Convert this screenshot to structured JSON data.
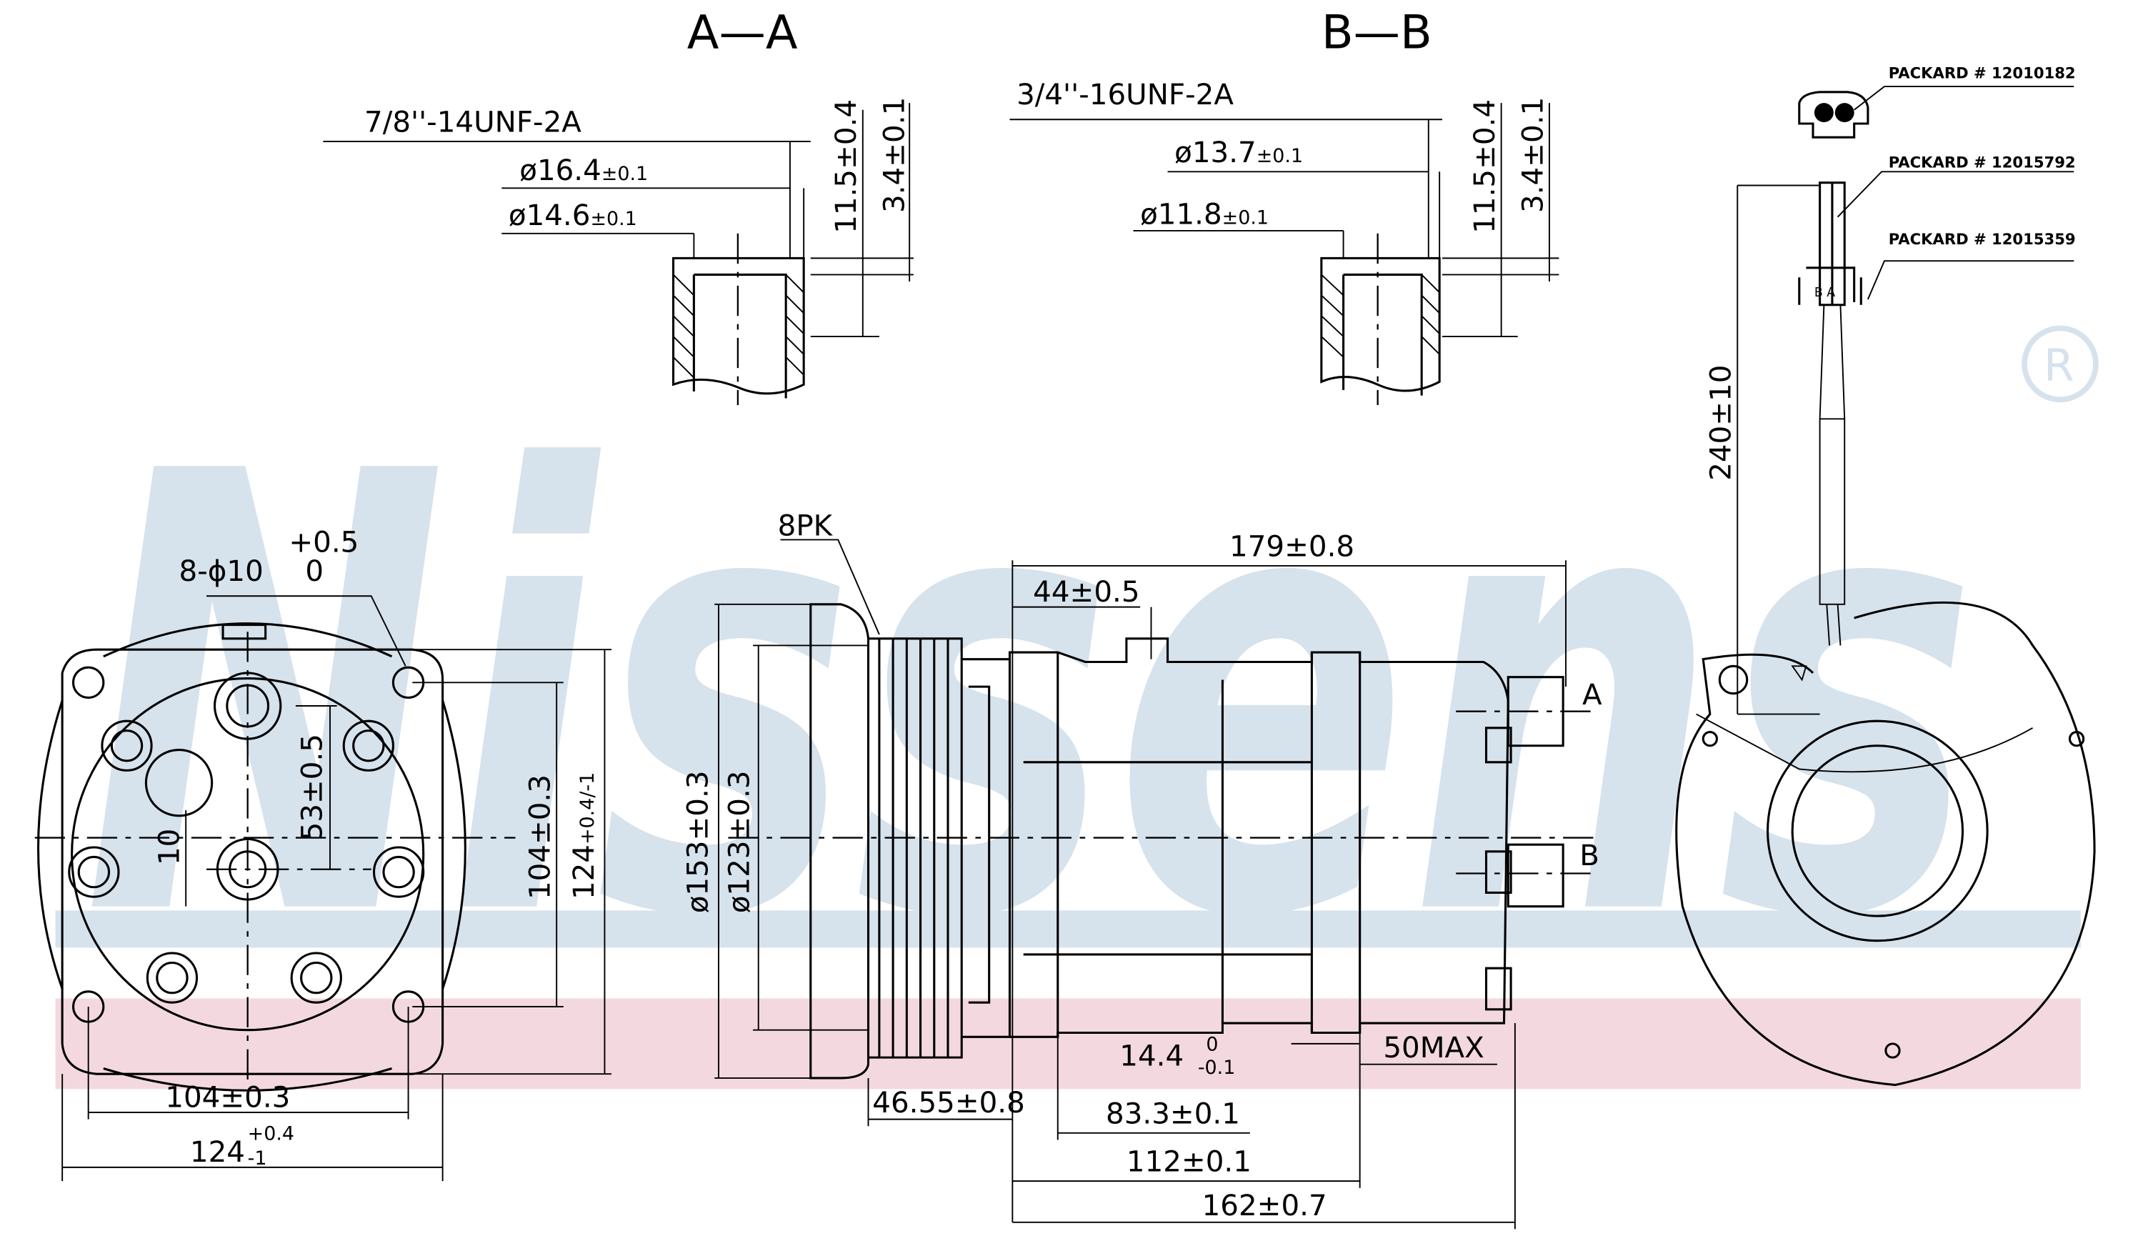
{
  "watermark": {
    "brand": "Nissens",
    "registered": "®",
    "colors": {
      "blue": "#d6e2ec",
      "pink": "#f3d9df"
    }
  },
  "sections": {
    "a_title": "A—A",
    "b_title": "B—B"
  },
  "section_a": {
    "thread": "7/8''-14UNF-2A",
    "d_outer": "ø16.4",
    "d_outer_tol": "±0.1",
    "d_inner": "ø14.6",
    "d_inner_tol": "±0.1",
    "depth": "11.5±0.4",
    "step": "3.4±0.1"
  },
  "section_b": {
    "thread": "3/4''-16UNF-2A",
    "d_outer": "ø13.7",
    "d_outer_tol": "±0.1",
    "d_inner": "ø11.8",
    "d_inner_tol": "±0.1",
    "depth": "11.5±0.4",
    "step": "3.4±0.1"
  },
  "connector": {
    "labels": [
      "PACKARD # 12010182",
      "PACKARD # 12015792",
      "PACKARD # 12015359"
    ],
    "pins": "B  A",
    "cable_length": "240±10"
  },
  "front_view": {
    "holes": "8-ϕ10",
    "holes_tol_upper": "+0.5",
    "holes_tol_lower": "0",
    "offset_53": "53±0.5",
    "offset_10": "10",
    "v_104": "104±0.3",
    "v_124": "124",
    "v_124_tol": "+0.4/-1",
    "h_104": "104±0.3",
    "h_124": "124",
    "h_124_tol_upper": "+0.4",
    "h_124_tol_lower": "-1"
  },
  "side_view": {
    "belt": "8PK",
    "len_179": "179±0.8",
    "len_44": "44±0.5",
    "port_a": "A",
    "port_b": "B",
    "d_153": "ø153±0.3",
    "d_123": "ø123±0.3",
    "len_14": "14.4",
    "len_14_tol_upper": "0",
    "len_14_tol_lower": "-0.1",
    "max_50": "50MAX",
    "len_46": "46.55±0.8",
    "len_83": "83.3±0.1",
    "len_112": "112±0.1",
    "len_162": "162±0.7"
  }
}
